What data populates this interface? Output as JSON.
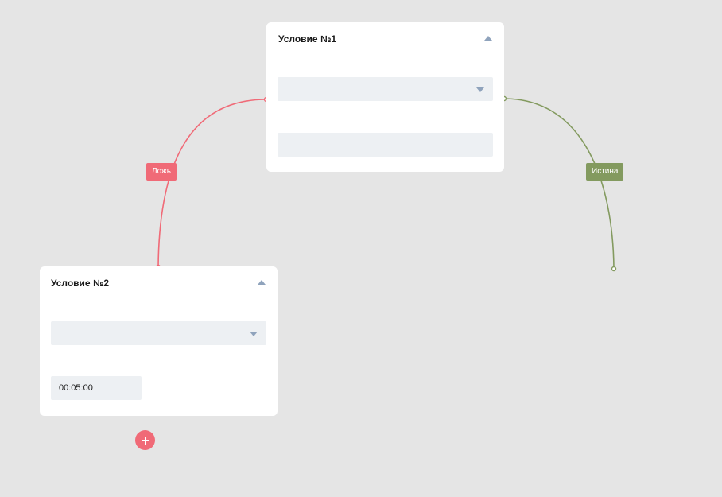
{
  "colors": {
    "background": "#e5e5e5",
    "false_branch": "#f06a77",
    "true_branch": "#839a5f",
    "field_bg": "#edf0f3",
    "icon": "#8fa3bc"
  },
  "nodes": [
    {
      "title": "Условие №1",
      "select_value": "",
      "input_value": ""
    },
    {
      "title": "Условие №2",
      "select_value": "",
      "input_value": "00:05:00"
    }
  ],
  "edges": {
    "false_label": "Ложь",
    "true_label": "Истина"
  },
  "icons": {
    "collapse": "chevron-up-icon",
    "dropdown": "caret-down-icon",
    "add": "plus-icon"
  }
}
